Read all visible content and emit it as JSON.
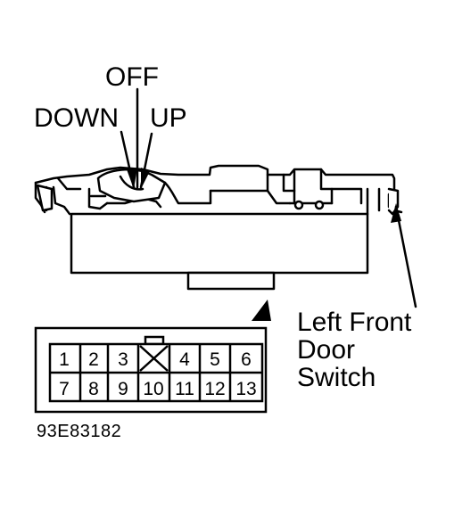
{
  "switch_labels": {
    "off": "OFF",
    "down": "DOWN",
    "up": "UP"
  },
  "component_label": [
    "Left Front",
    "Door",
    "Switch"
  ],
  "connector": {
    "pins_row1": [
      "1",
      "2",
      "3",
      "",
      "4",
      "5",
      "6"
    ],
    "pins_row2": [
      "7",
      "8",
      "9",
      "10",
      "11",
      "12",
      "13"
    ]
  },
  "figure_id": "93E83182"
}
